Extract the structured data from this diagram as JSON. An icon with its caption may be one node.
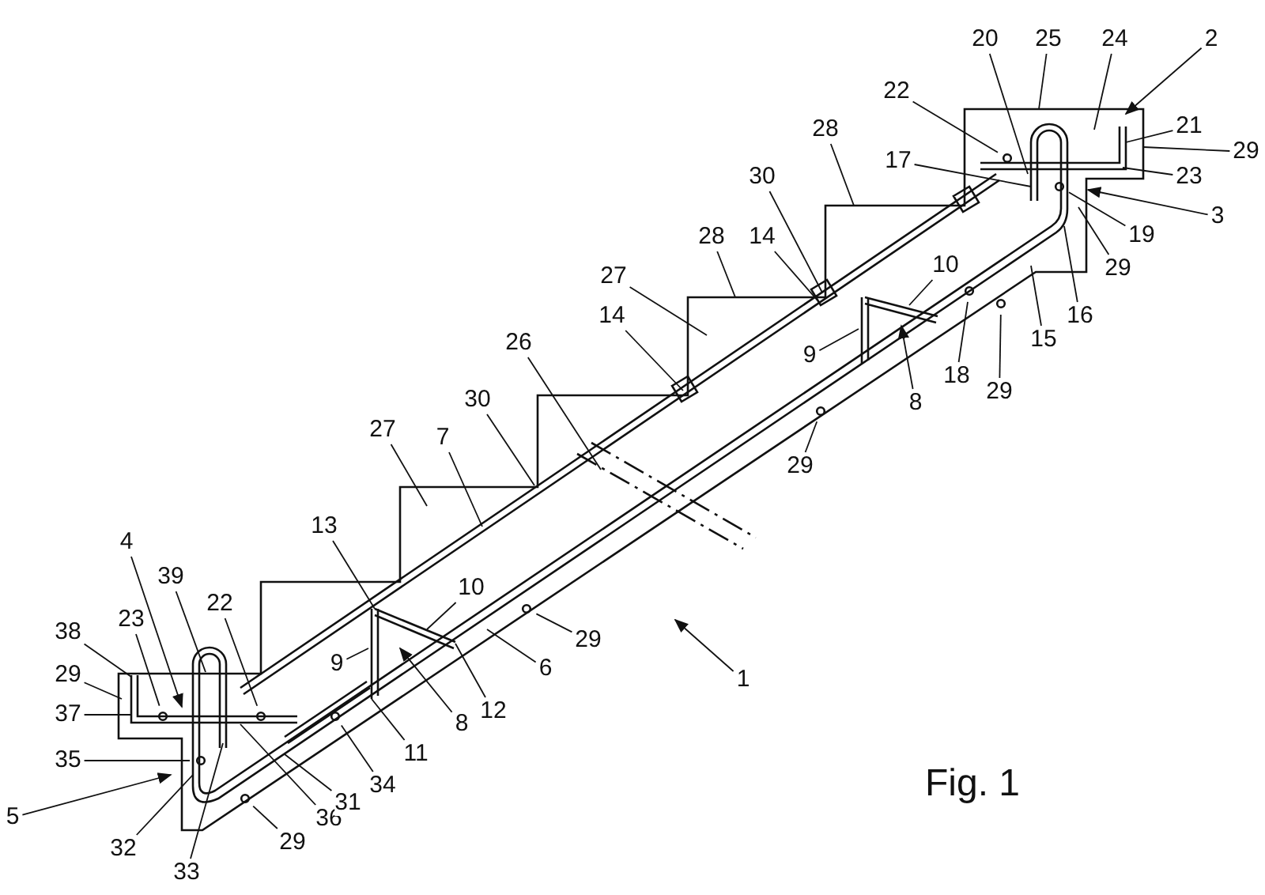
{
  "diagram": {
    "nodes": [
      {
        "text": [
          "20"
        ]
      },
      {
        "text": [
          "25"
        ]
      },
      {
        "text": [
          "24"
        ]
      },
      {
        "text": [
          "2"
        ]
      },
      {
        "text": [
          "22"
        ]
      },
      {
        "text": [
          "21"
        ]
      },
      {
        "text": [
          "29"
        ]
      },
      {
        "text": [
          "17"
        ]
      },
      {
        "text": [
          "23"
        ]
      },
      {
        "text": [
          "19"
        ]
      },
      {
        "text": [
          "3"
        ]
      },
      {
        "text": [
          "29"
        ]
      },
      {
        "text": [
          "28"
        ]
      },
      {
        "text": [
          "30"
        ]
      },
      {
        "text": [
          "14"
        ]
      },
      {
        "text": [
          "10"
        ]
      },
      {
        "text": [
          "16"
        ]
      },
      {
        "text": [
          "15"
        ]
      },
      {
        "text": [
          "9"
        ]
      },
      {
        "text": [
          "8"
        ]
      },
      {
        "text": [
          "18"
        ]
      },
      {
        "text": [
          "29"
        ]
      },
      {
        "text": [
          "29"
        ]
      },
      {
        "text": [
          "28"
        ]
      },
      {
        "text": [
          "27"
        ]
      },
      {
        "text": [
          "14"
        ]
      },
      {
        "text": [
          "26"
        ]
      },
      {
        "text": [
          "30"
        ]
      },
      {
        "text": [
          "7"
        ]
      },
      {
        "text": [
          "27"
        ]
      },
      {
        "text": [
          "13"
        ]
      },
      {
        "text": [
          "10"
        ]
      },
      {
        "text": [
          "9"
        ]
      },
      {
        "text": [
          "8"
        ]
      },
      {
        "text": [
          "12"
        ]
      },
      {
        "text": [
          "6"
        ]
      },
      {
        "text": [
          "29"
        ]
      },
      {
        "text": [
          "11"
        ]
      },
      {
        "text": [
          "1"
        ]
      },
      {
        "text": [
          "4"
        ]
      },
      {
        "text": [
          "39"
        ]
      },
      {
        "text": [
          "23"
        ]
      },
      {
        "text": [
          "22"
        ]
      },
      {
        "text": [
          "38"
        ]
      },
      {
        "text": [
          "29"
        ]
      },
      {
        "text": [
          "37"
        ]
      },
      {
        "text": [
          "35"
        ]
      },
      {
        "text": [
          "5"
        ]
      },
      {
        "text": [
          "32"
        ]
      },
      {
        "text": [
          "33"
        ]
      },
      {
        "text": [
          "36"
        ]
      },
      {
        "text": [
          "31"
        ]
      },
      {
        "text": [
          "34"
        ]
      },
      {
        "text": [
          "29"
        ]
      }
    ],
    "edges": [
      {
        "from": 0,
        "to": null,
        "arrow": "none"
      },
      {
        "from": 1,
        "to": null,
        "arrow": "none"
      },
      {
        "from": 2,
        "to": null,
        "arrow": "none"
      },
      {
        "from": 3,
        "to": null,
        "arrow": "to"
      },
      {
        "from": 4,
        "to": null,
        "arrow": "none"
      },
      {
        "from": 5,
        "to": null,
        "arrow": "none"
      },
      {
        "from": 6,
        "to": null,
        "arrow": "none"
      },
      {
        "from": 7,
        "to": null,
        "arrow": "none"
      },
      {
        "from": 8,
        "to": null,
        "arrow": "none"
      },
      {
        "from": 9,
        "to": null,
        "arrow": "none"
      },
      {
        "from": 10,
        "to": null,
        "arrow": "to"
      },
      {
        "from": 11,
        "to": null,
        "arrow": "none"
      },
      {
        "from": 12,
        "to": null,
        "arrow": "none"
      },
      {
        "from": 13,
        "to": null,
        "arrow": "none"
      },
      {
        "from": 14,
        "to": null,
        "arrow": "none"
      },
      {
        "from": 15,
        "to": null,
        "arrow": "none"
      },
      {
        "from": 16,
        "to": null,
        "arrow": "none"
      },
      {
        "from": 17,
        "to": null,
        "arrow": "none"
      },
      {
        "from": 18,
        "to": null,
        "arrow": "none"
      },
      {
        "from": 19,
        "to": null,
        "arrow": "to"
      },
      {
        "from": 20,
        "to": null,
        "arrow": "none"
      },
      {
        "from": 21,
        "to": null,
        "arrow": "none"
      },
      {
        "from": 22,
        "to": null,
        "arrow": "none"
      },
      {
        "from": 23,
        "to": null,
        "arrow": "none"
      },
      {
        "from": 24,
        "to": null,
        "arrow": "none"
      },
      {
        "from": 25,
        "to": null,
        "arrow": "none"
      },
      {
        "from": 26,
        "to": null,
        "arrow": "none"
      },
      {
        "from": 27,
        "to": null,
        "arrow": "none"
      },
      {
        "from": 28,
        "to": null,
        "arrow": "none"
      },
      {
        "from": 29,
        "to": null,
        "arrow": "none"
      },
      {
        "from": 30,
        "to": null,
        "arrow": "none"
      },
      {
        "from": 31,
        "to": null,
        "arrow": "none"
      },
      {
        "from": 32,
        "to": null,
        "arrow": "none"
      },
      {
        "from": 33,
        "to": null,
        "arrow": "to"
      },
      {
        "from": 34,
        "to": null,
        "arrow": "none"
      },
      {
        "from": 35,
        "to": null,
        "arrow": "none"
      },
      {
        "from": 36,
        "to": null,
        "arrow": "none"
      },
      {
        "from": 37,
        "to": null,
        "arrow": "none"
      },
      {
        "from": 38,
        "to": null,
        "arrow": "to"
      },
      {
        "from": 39,
        "to": null,
        "arrow": "to"
      },
      {
        "from": 40,
        "to": null,
        "arrow": "none"
      },
      {
        "from": 41,
        "to": null,
        "arrow": "none"
      },
      {
        "from": 42,
        "to": null,
        "arrow": "none"
      },
      {
        "from": 43,
        "to": null,
        "arrow": "none"
      },
      {
        "from": 44,
        "to": null,
        "arrow": "none"
      },
      {
        "from": 45,
        "to": null,
        "arrow": "none"
      },
      {
        "from": 46,
        "to": null,
        "arrow": "none"
      },
      {
        "from": 47,
        "to": null,
        "arrow": "to"
      },
      {
        "from": 48,
        "to": null,
        "arrow": "none"
      },
      {
        "from": 49,
        "to": null,
        "arrow": "none"
      },
      {
        "from": 50,
        "to": null,
        "arrow": "none"
      },
      {
        "from": 51,
        "to": null,
        "arrow": "none"
      },
      {
        "from": 52,
        "to": null,
        "arrow": "none"
      },
      {
        "from": 53,
        "to": null,
        "arrow": "none"
      }
    ],
    "labels": [
      "Fig. 1"
    ]
  }
}
